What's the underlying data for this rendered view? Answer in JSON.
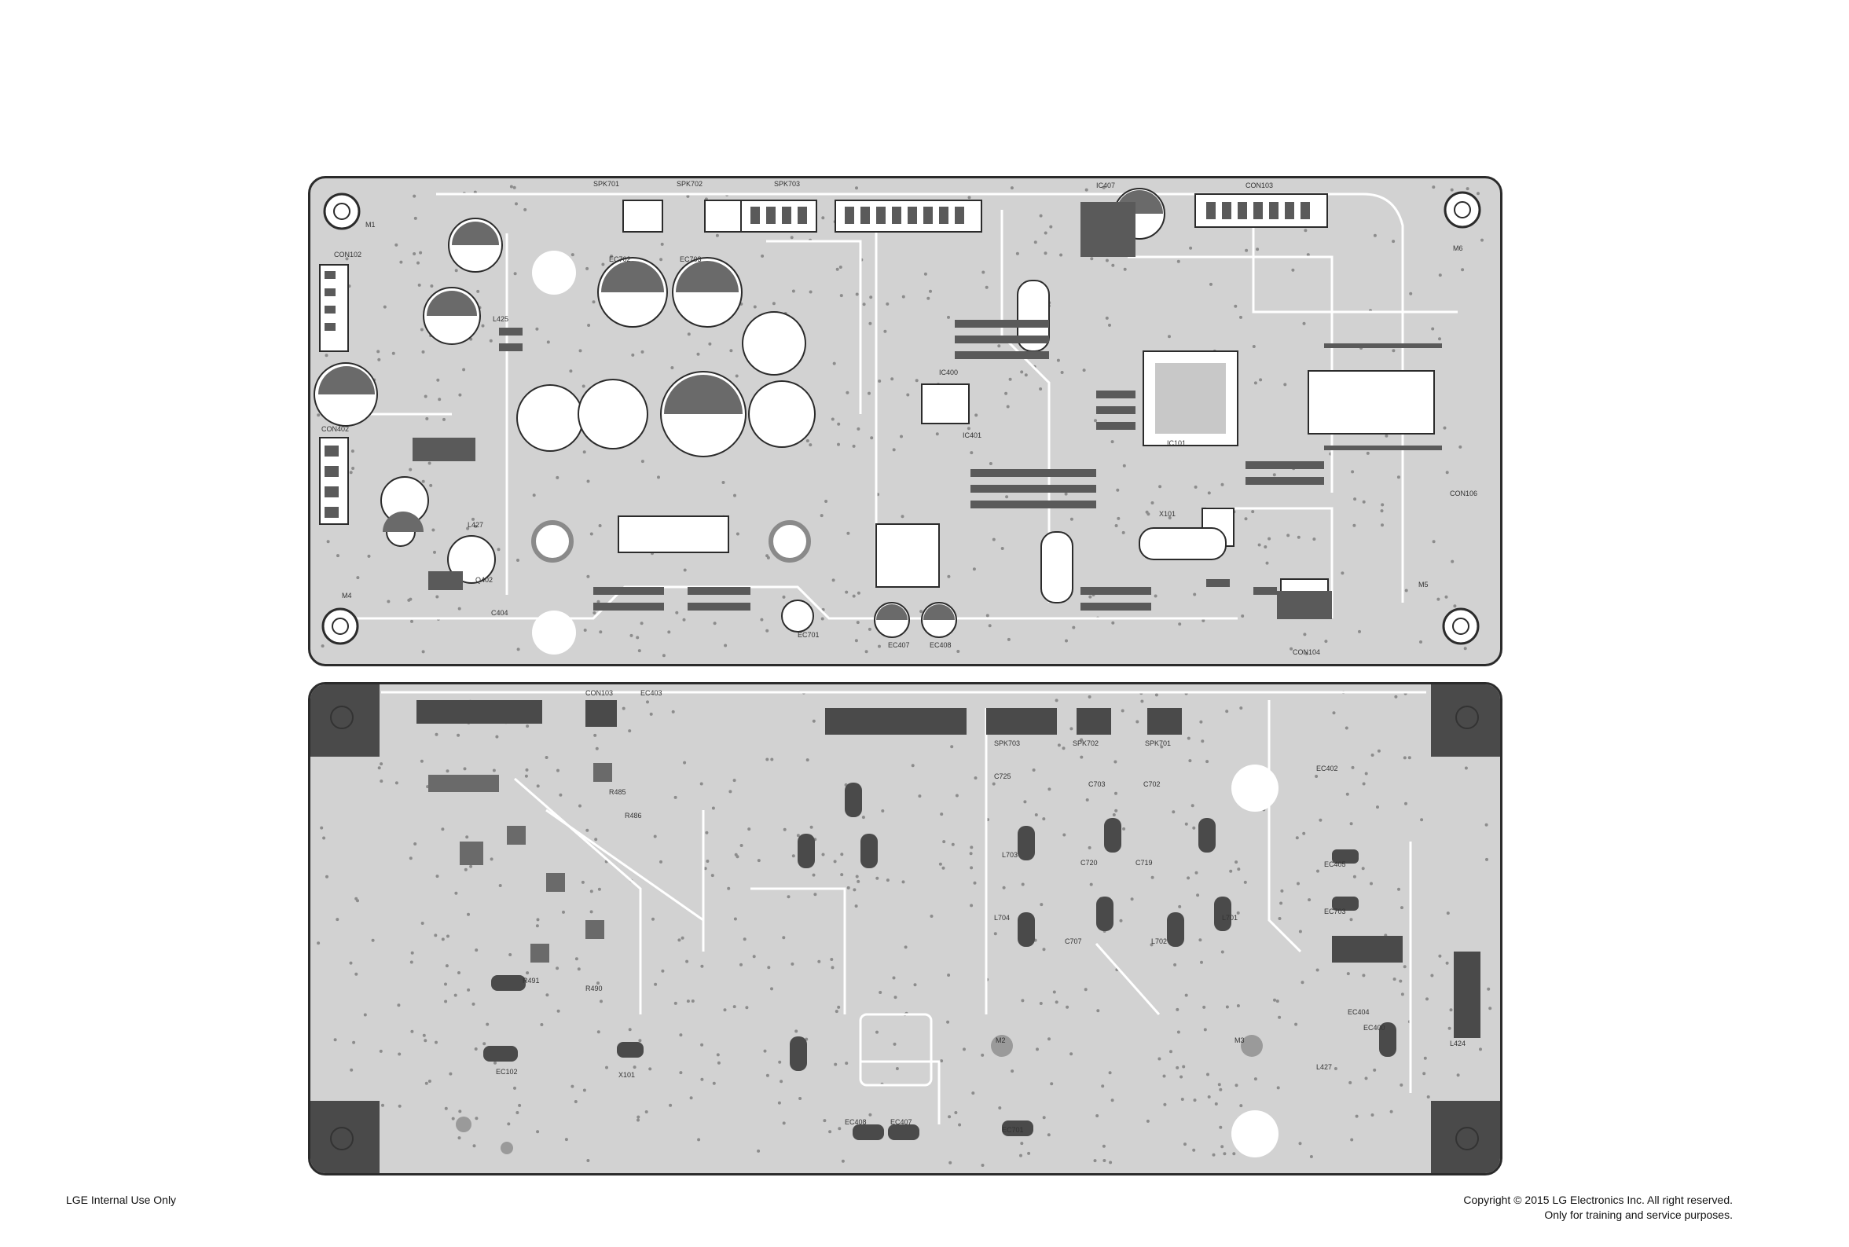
{
  "footer": {
    "left": "LGE Internal Use Only",
    "copyright": "Copyright © 2015 LG Electronics Inc. All right reserved.",
    "purpose": "Only for training and service purposes."
  },
  "top_board": {
    "labels": [
      "M1",
      "CON102",
      "CON402",
      "M4",
      "SPK701",
      "SPK702",
      "SPK703",
      "IC407",
      "CON103",
      "M6",
      "IC101",
      "CON106",
      "M5",
      "CON104",
      "EC702",
      "EC703",
      "EC407",
      "EC408",
      "EC701",
      "IC400",
      "IC401",
      "X101",
      "L427",
      "L425",
      "C404",
      "Q402"
    ]
  },
  "bottom_board": {
    "labels": [
      "CON103",
      "EC403",
      "SPK703",
      "SPK702",
      "SPK701",
      "R485",
      "R486",
      "C725",
      "C720",
      "C703",
      "C702",
      "C719",
      "C707",
      "EC402",
      "EC405",
      "EC703",
      "EC404",
      "EC400",
      "L424",
      "L427",
      "L703",
      "L704",
      "L702",
      "L701",
      "M2",
      "M3",
      "X101",
      "EC102",
      "EC701",
      "EC408",
      "EC407",
      "R491",
      "R490"
    ]
  },
  "colors": {
    "board": "#d2d2d2",
    "outline": "#2b2b2b",
    "component": "#5a5a5a",
    "trace": "#ffffff"
  }
}
